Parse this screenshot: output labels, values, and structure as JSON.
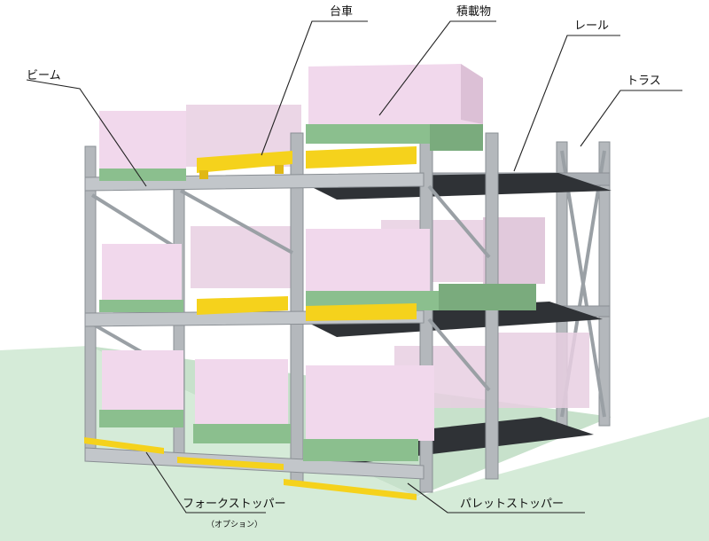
{
  "labels": {
    "beam": "ビーム",
    "cart": "台車",
    "load": "積載物",
    "rail": "レール",
    "truss": "トラス",
    "fork_stopper": "フォークストッパー",
    "option_note": "（オプション）",
    "pallet_stopper": "パレットストッパー"
  },
  "colors": {
    "frame": "#b4b8bc",
    "frame_dark": "#8a8f94",
    "box": "#f1d8ec",
    "box_side": "#dcc0d6",
    "pallet": "#8bbf8e",
    "cart": "#f5d21c",
    "floor": "#d5ebd8",
    "leader": "#222222"
  }
}
